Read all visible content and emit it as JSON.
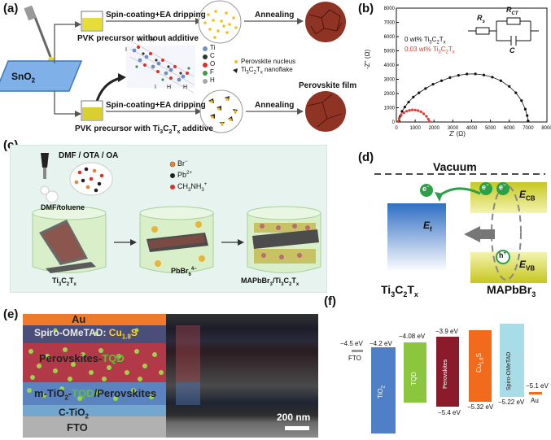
{
  "panel_labels": {
    "a": "(a)",
    "b": "(b)",
    "c": "(c)",
    "d": "(d)",
    "e": "(e)",
    "f": "(f)"
  },
  "panel_a": {
    "substrate": "SnO",
    "substrate_sub": "2",
    "top_process": "Spin-coating+EA dripping",
    "top_caption": "PVK precursor without additive",
    "annealing_top": "Annealing",
    "bottom_process": "Spin-coating+EA dripping",
    "bottom_caption_pre": "PVK precursor with Ti",
    "bottom_caption_mid": "C",
    "bottom_caption_post": " additive",
    "annealing_bottom": "Annealing",
    "film_label": "Perovskite film",
    "legend": [
      {
        "name": "Ti",
        "color": "#6f8fc9"
      },
      {
        "name": "C",
        "color": "#333333"
      },
      {
        "name": "O",
        "color": "#d8322b"
      },
      {
        "name": "F",
        "color": "#3f9a4a"
      },
      {
        "name": "H",
        "color": "#a8a8a8"
      }
    ],
    "nucleus_label": "Perovskite nucleus",
    "nanoflake_label_pre": "Ti",
    "nanoflake_label_mid": "C",
    "nanoflake_label_post": " nanoflake",
    "atom_labels": [
      "I",
      "H",
      "H",
      "I",
      "I",
      "I",
      "H",
      "H"
    ]
  },
  "panel_b": {
    "chart_data": {
      "type": "scatter",
      "xlabel": "Z' (Ω)",
      "ylabel": "-Z'' (Ω)",
      "xlim": [
        0,
        8000
      ],
      "ylim": [
        0,
        8000
      ],
      "x_ticks": [
        0,
        1000,
        2000,
        3000,
        4000,
        5000,
        6000,
        7000,
        8000
      ],
      "y_ticks": [
        0,
        1000,
        2000,
        3000,
        4000,
        5000,
        6000,
        7000,
        8000
      ],
      "series": [
        {
          "name_pre": "0 wt% Ti",
          "name_mid": "C",
          "color": "#111111",
          "x": [
            150,
            200,
            300,
            450,
            650,
            900,
            1200,
            1550,
            1950,
            2400,
            2850,
            3300,
            3750,
            4200,
            4650,
            5100,
            5550,
            6000,
            6350,
            6650,
            6850,
            6950,
            7000
          ],
          "y": [
            50,
            400,
            750,
            1050,
            1400,
            1750,
            2050,
            2350,
            2650,
            2900,
            3120,
            3280,
            3370,
            3380,
            3300,
            3150,
            2900,
            2500,
            2050,
            1500,
            900,
            450,
            80
          ]
        },
        {
          "name_pre": "0.03 wt% Ti",
          "name_mid": "C",
          "color": "#e23a2f",
          "x": [
            100,
            150,
            250,
            400,
            550,
            700,
            850,
            1000,
            1150,
            1300,
            1450,
            1600,
            1700,
            1750
          ],
          "y": [
            40,
            250,
            480,
            650,
            760,
            820,
            850,
            840,
            800,
            720,
            580,
            400,
            200,
            40
          ]
        }
      ]
    },
    "circuit": {
      "rs": "R",
      "rs_sub": "s",
      "rct": "R",
      "rct_sub": "CT",
      "c": "C"
    }
  },
  "panel_c": {
    "solvents": "DMF / OTA / OA",
    "legend": [
      {
        "label": "Br",
        "sup": "−",
        "color": "#e8823a"
      },
      {
        "label": "Pb",
        "sup": "2+",
        "color": "#222222"
      },
      {
        "label": "CH",
        "sub": "3",
        "label2": "NH",
        "sub2": "3",
        "sup": "+",
        "color": "#d8322b"
      }
    ],
    "dmf_toluene": "DMF/toluene",
    "bottom_left": "Ti",
    "pbbr": "PbBr",
    "pbbr_sub": "6",
    "pbbr_sup": "4−",
    "bottom_right": "MAPbBr",
    "bottom_right_2": "/Ti"
  },
  "panel_d": {
    "vacuum": "Vacuum",
    "ecb": "E",
    "ecb_sub": "CB",
    "evb": "E",
    "evb_sub": "VB",
    "ef": "E",
    "ef_sub": "f",
    "electron": "e",
    "electron_sup": "−",
    "hole": "h",
    "hole_sup": "+",
    "left_label_pre": "Ti",
    "left_label_mid": "C",
    "right_label": "MAPbBr"
  },
  "panel_e": {
    "layers": [
      {
        "name": "au",
        "text": "Au",
        "color": "#f07a2c"
      },
      {
        "name": "spiro",
        "text_pre": "Spiro-OMeTAD: ",
        "text_hl": "Cu",
        "text_sub": "1.8",
        "text_hl2": "S",
        "color": "#4b4e79"
      },
      {
        "name": "perovskite",
        "text_pre": "Perovskites-",
        "text_hl": "TQD",
        "color": "#b23a48"
      },
      {
        "name": "mtio2",
        "text_pre": "m-TiO",
        "text_sub": "2",
        "text_mid": "-",
        "text_hl": "TQD",
        "text_post": "/Perovskites",
        "color": "#5b83c0"
      },
      {
        "name": "ctio2",
        "text_pre": "C-TiO",
        "text_sub": "2",
        "color": "#74a7cf"
      },
      {
        "name": "fto",
        "text": "FTO",
        "color": "#b1b1b1"
      }
    ],
    "scale": "200 nm"
  },
  "panel_f": {
    "fto": {
      "label": "FTO",
      "value": "−4.5 eV"
    },
    "bars": [
      {
        "label": "TiO",
        "sub": "2",
        "top": "−4.2 eV",
        "color": "#4f7fc7"
      },
      {
        "label": "TQD",
        "top": "−4.08 eV",
        "color": "#8cc63f"
      },
      {
        "label": "Perovskites",
        "top": "−3.9 eV",
        "bottom": "−5.4 eV",
        "color": "#8b1a2b"
      },
      {
        "label": "Cu",
        "sub": "1.8",
        "label2": "S",
        "top": "",
        "bottom": "−5.32 eV",
        "color": "#f26b1d"
      },
      {
        "label": "Spiro-OMeTAD",
        "top": "",
        "bottom": "−5.22 eV",
        "color": "#a8dde8"
      }
    ],
    "au": {
      "label": "Au",
      "value": "−5.1 eV"
    }
  }
}
